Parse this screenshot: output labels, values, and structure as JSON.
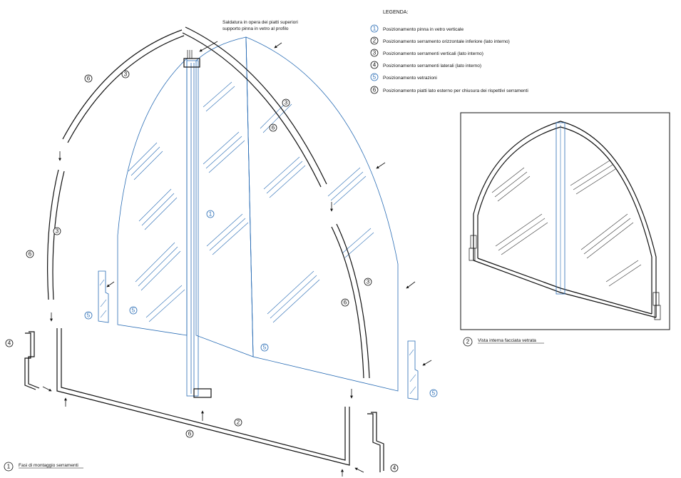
{
  "legend": {
    "title": "LEGENDA:",
    "items": [
      {
        "num": "1",
        "text": "Posizionamento pinna in vetro verticale"
      },
      {
        "num": "2",
        "text": "Posizionamento serramento orizzontale inferiore (lato interno)"
      },
      {
        "num": "3",
        "text": "Posizionamento serramenti verticali (lato interno)"
      },
      {
        "num": "4",
        "text": "Posizionamento serramenti laterali (lato interno)"
      },
      {
        "num": "5",
        "text": "Posizionamento vetrazioni"
      },
      {
        "num": "6",
        "text": "Posizionamento piatti lato esterno per chiusura dei rispettivi serramenti"
      }
    ]
  },
  "note": {
    "line1": "Saldatura in opera dei piatti superiori",
    "line2": "supporto pinna in vetro al profilo"
  },
  "captions": {
    "left": {
      "num": "1",
      "text": "Fasi di montaggio serramenti"
    },
    "right": {
      "num": "2",
      "text": "Vista interna facciata vetrata"
    }
  },
  "callouts": {
    "one": "1",
    "two": "2",
    "three": "3",
    "four": "4",
    "five": "5",
    "six": "6"
  },
  "colors": {
    "glass": "#2a6db5",
    "line": "#111111"
  }
}
